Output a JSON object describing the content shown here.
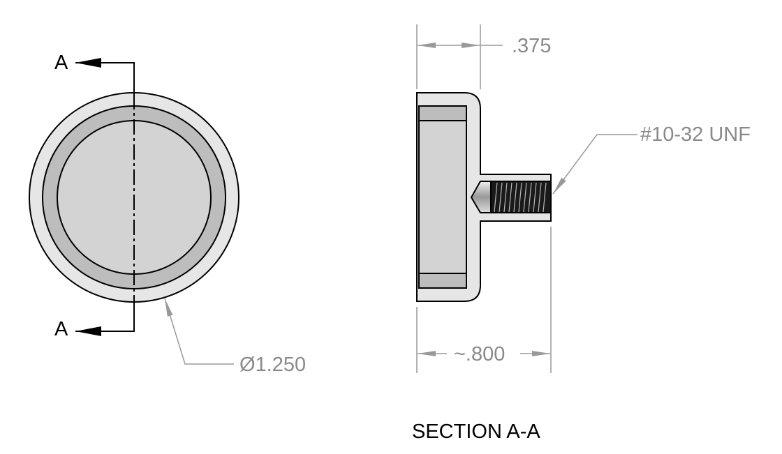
{
  "front_view": {
    "section_label_top": "A",
    "section_label_bottom": "A",
    "diameter_symbol": "Ø",
    "diameter_value": "1.250"
  },
  "section_view": {
    "width_dim": ".375",
    "thread_callout": "#10-32 UNF",
    "length_dim": "~.800",
    "title": "SECTION A-A"
  },
  "colors": {
    "body_light": "#e6e6e6",
    "ring": "#bdbdbd",
    "magnet": "#d3d3d3",
    "dimension": "#8a8a8a"
  }
}
